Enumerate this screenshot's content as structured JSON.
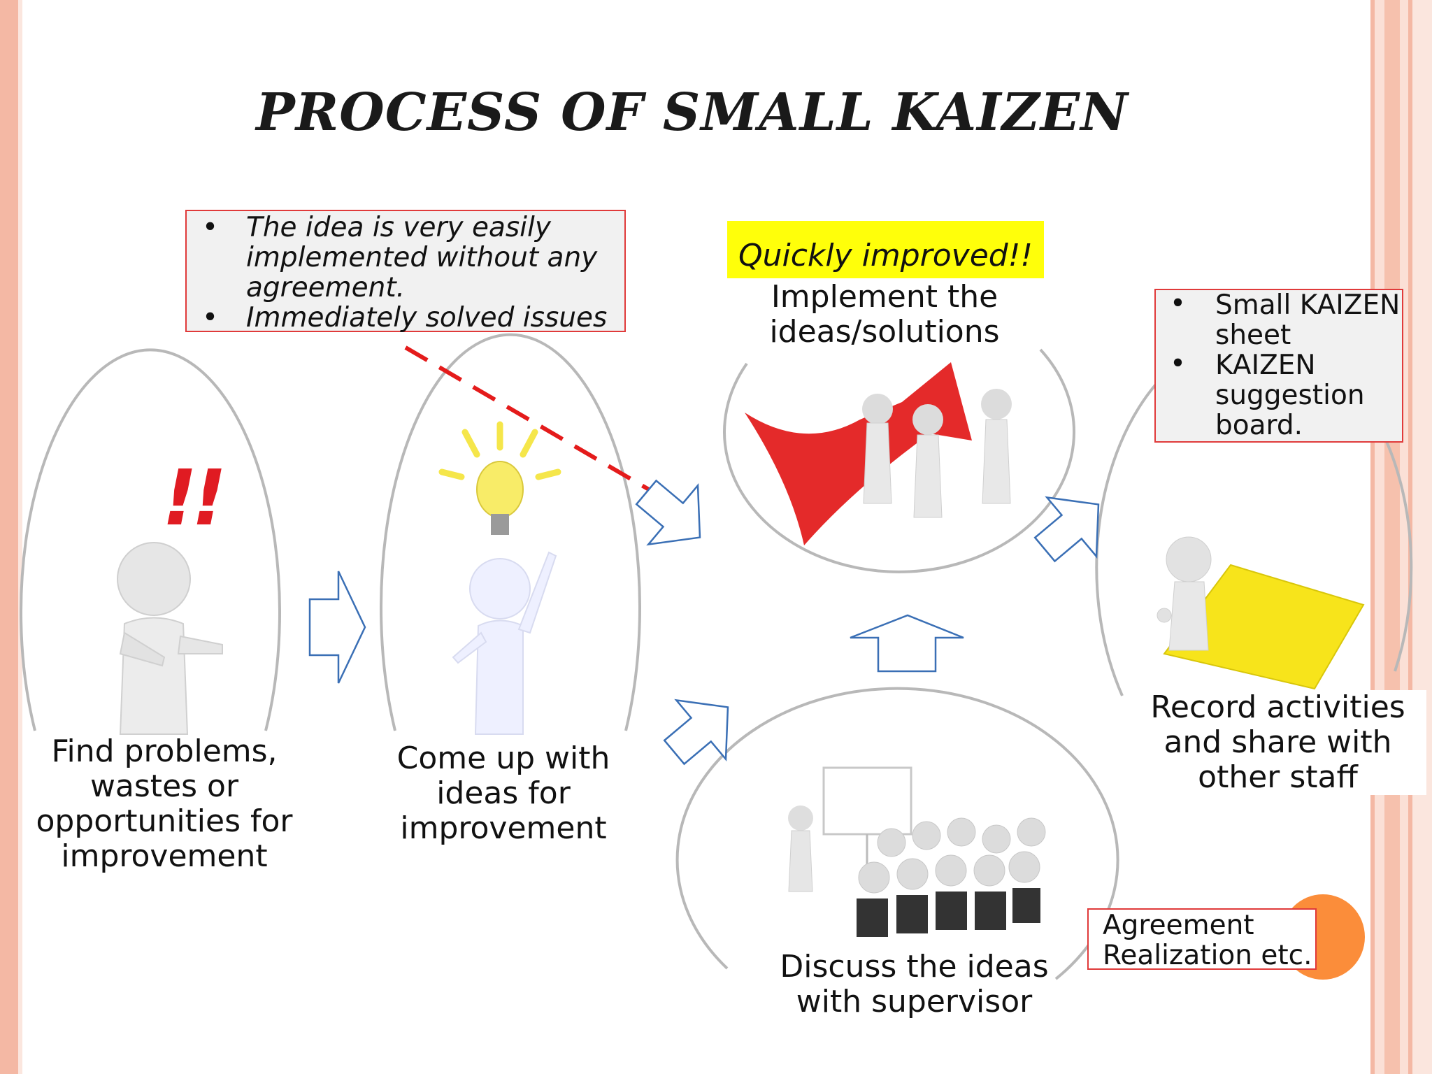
{
  "slide": {
    "title": "PROCESS OF SMALL KAIZEN",
    "colors": {
      "stripe": "#f4b8a4",
      "callout_border": "#e03a3a",
      "highlight": "#ffff0a",
      "arrow_outline": "#3a6fb5",
      "dashed_line": "#e41b1b",
      "exclamation": "#e01b22",
      "accent_circle": "#fb8d3a",
      "sheet": "#f7e41b"
    }
  },
  "steps": [
    {
      "label_lines": [
        "Find problems,",
        "wastes or",
        "opportunities for",
        "improvement"
      ],
      "icon": "pointing-figure-icon"
    },
    {
      "label_lines": [
        "Come up with",
        "ideas for",
        "improvement"
      ],
      "icon": "lightbulb-figure-icon"
    },
    {
      "label_lines": [
        "Implement the",
        "ideas/solutions"
      ],
      "icon": "figures-lifting-arrow-icon"
    },
    {
      "label_lines": [
        "Discuss the ideas",
        "with supervisor"
      ],
      "icon": "meeting-presentation-icon"
    },
    {
      "label_lines": [
        "Record activities",
        "and share with",
        "other staff"
      ],
      "icon": "figure-with-sheet-icon"
    }
  ],
  "callouts": {
    "easy": {
      "bullet": "•",
      "items": [
        {
          "lines": [
            "The idea is very easily",
            "implemented without any",
            "agreement."
          ]
        },
        {
          "lines": [
            "Immediately solved issues"
          ]
        }
      ]
    },
    "record": {
      "bullet": "•",
      "items": [
        {
          "lines": [
            "Small KAIZEN",
            "sheet"
          ]
        },
        {
          "lines": [
            "KAIZEN",
            "suggestion",
            "board."
          ]
        }
      ]
    },
    "quick": "Quickly improved!!",
    "agreement": [
      "Agreement",
      "Realization etc."
    ]
  },
  "exclamation": "!!"
}
